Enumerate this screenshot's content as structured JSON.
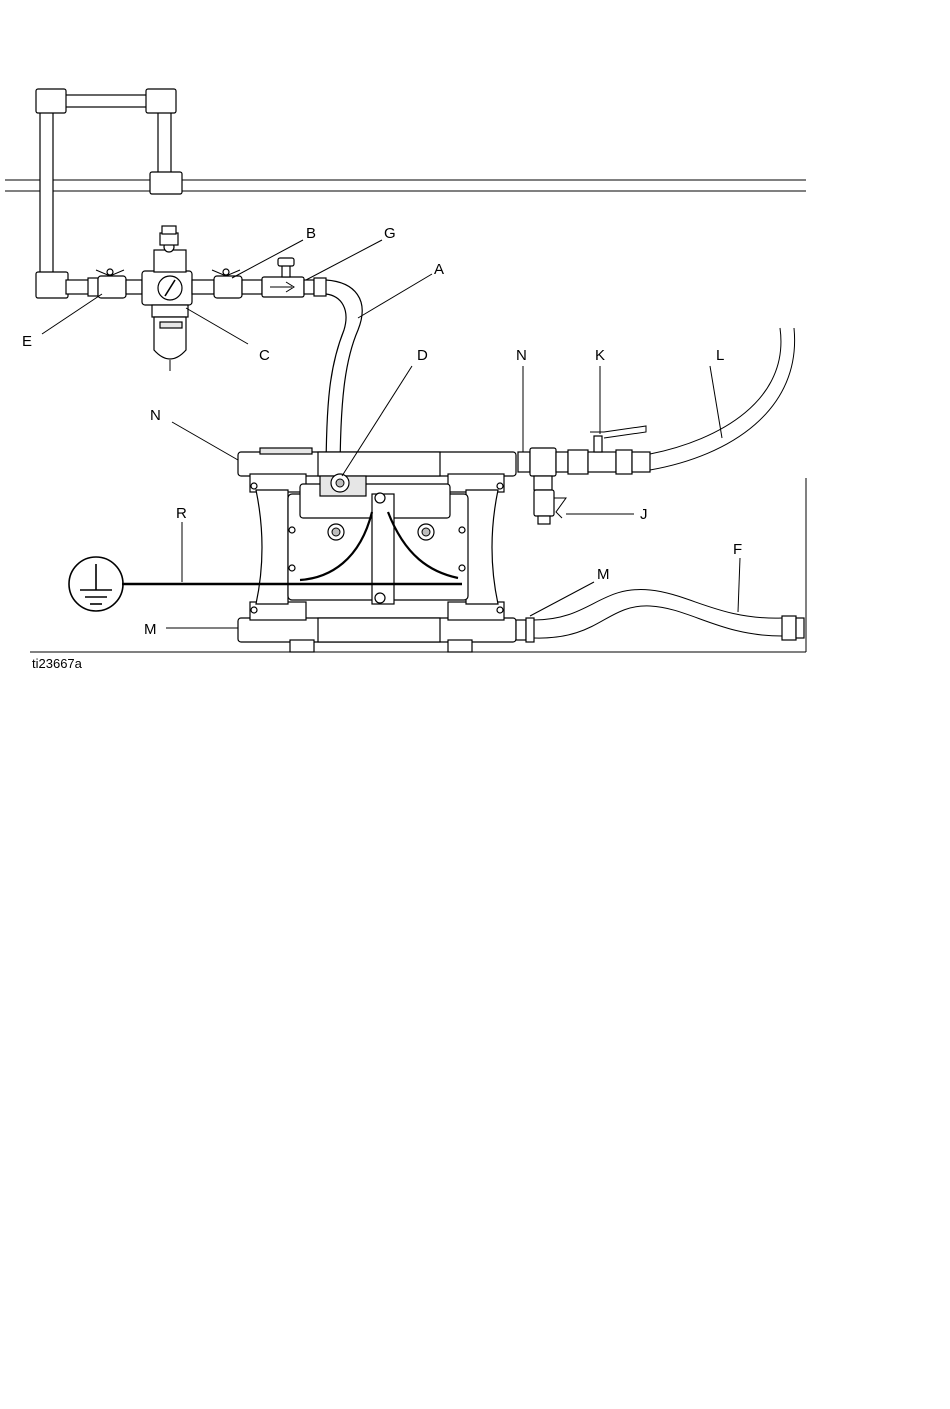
{
  "figure": {
    "id_label": "ti23667a",
    "callouts": {
      "A": "A",
      "B": "B",
      "C": "C",
      "D": "D",
      "E": "E",
      "F": "F",
      "G": "G",
      "J": "J",
      "K": "K",
      "L": "L",
      "M1": "M",
      "M2": "M",
      "N1": "N",
      "N2": "N",
      "R": "R"
    },
    "icons": {
      "ground": "ground-symbol-icon",
      "gauge": "pressure-gauge-icon",
      "valve": "valve-handle-icon"
    }
  }
}
